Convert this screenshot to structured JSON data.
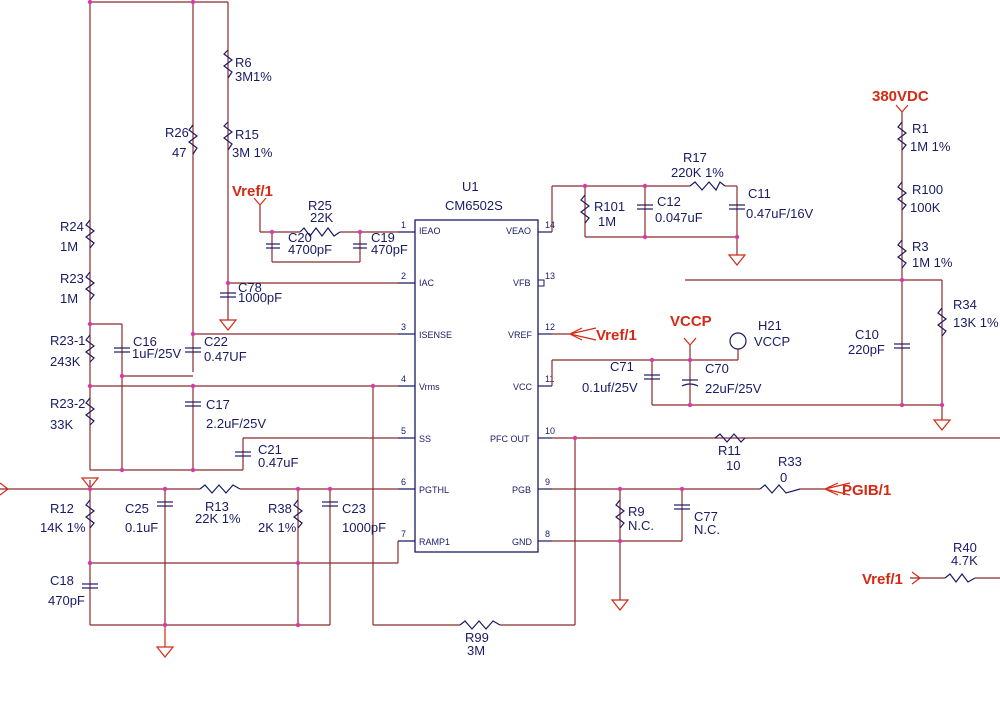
{
  "ic": {
    "ref": "U1",
    "part": "CM6502S",
    "left_pins": [
      [
        "1",
        "IEAO"
      ],
      [
        "2",
        "IAC"
      ],
      [
        "3",
        "ISENSE"
      ],
      [
        "4",
        "Vrms"
      ],
      [
        "5",
        "SS"
      ],
      [
        "6",
        "PGTHL"
      ],
      [
        "7",
        "RAMP1"
      ]
    ],
    "right_pins": [
      [
        "14",
        "VEAO"
      ],
      [
        "13",
        "VFB"
      ],
      [
        "12",
        "VREF"
      ],
      [
        "11",
        "VCC"
      ],
      [
        "10",
        "PFC OUT"
      ],
      [
        "9",
        "PGB"
      ],
      [
        "8",
        "GND"
      ]
    ]
  },
  "nets": {
    "vref_a": "Vref/1",
    "vref_b": "Vref/1",
    "vref_c": "Vref/1",
    "vccp": "VCCP",
    "v380": "380VDC",
    "pgib": "PGIB/1"
  },
  "parts": {
    "R6": [
      "R6",
      "3M1%"
    ],
    "R15": [
      "R15",
      "3M 1%"
    ],
    "R26": [
      "R26",
      "47"
    ],
    "R25": [
      "R25",
      "22K"
    ],
    "C20": [
      "C20",
      "4700pF"
    ],
    "C19": [
      "C19",
      "470pF"
    ],
    "C78": [
      "C78",
      "1000pF"
    ],
    "R24": [
      "R24",
      "1M"
    ],
    "R23": [
      "R23",
      "1M"
    ],
    "R23_1": [
      "R23-1",
      "243K"
    ],
    "R23_2": [
      "R23-2",
      "33K"
    ],
    "C16": [
      "C16",
      "1uF/25V"
    ],
    "C22": [
      "C22",
      "0.47UF"
    ],
    "C17": [
      "C17",
      "2.2uF/25V"
    ],
    "C21": [
      "C21",
      "0.47uF"
    ],
    "R12": [
      "R12",
      "14K 1%"
    ],
    "C25": [
      "C25",
      "0.1uF"
    ],
    "R13": [
      "R13",
      "22K 1%"
    ],
    "R38": [
      "R38",
      "2K 1%"
    ],
    "C23": [
      "C23",
      "1000pF"
    ],
    "C18": [
      "C18",
      "470pF"
    ],
    "R99": [
      "R99",
      "3M"
    ],
    "R17": [
      "R17",
      "220K 1%"
    ],
    "R101": [
      "R101",
      "1M"
    ],
    "C12": [
      "C12",
      "0.047uF"
    ],
    "C11": [
      "C11",
      "0.47uF/16V"
    ],
    "C71": [
      "C71",
      "0.1uf/25V"
    ],
    "C70": [
      "C70",
      "22uF/25V"
    ],
    "H21": [
      "H21",
      "VCCP"
    ],
    "R11": [
      "R11",
      "10"
    ],
    "R33": [
      "R33",
      "0"
    ],
    "R9": [
      "R9",
      "N.C."
    ],
    "C77": [
      "C77",
      "N.C."
    ],
    "R1": [
      "R1",
      "1M 1%"
    ],
    "R100": [
      "R100",
      "100K"
    ],
    "R3": [
      "R3",
      "1M  1%"
    ],
    "R34": [
      "R34",
      "13K 1%"
    ],
    "C10": [
      "C10",
      "220pF"
    ],
    "R40": [
      "R40",
      "4.7K"
    ]
  }
}
